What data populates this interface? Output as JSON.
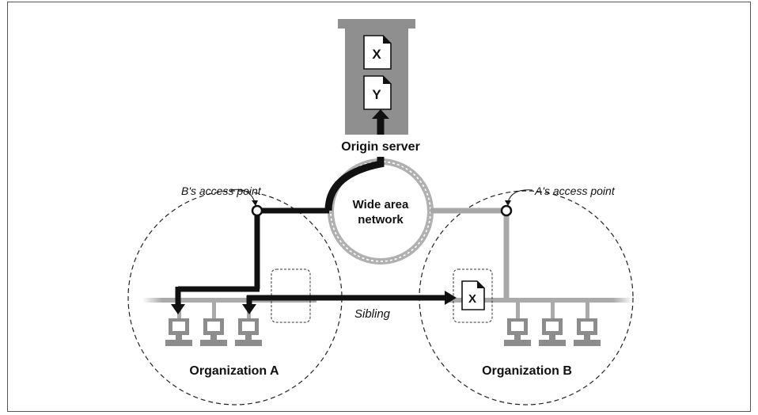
{
  "labels": {
    "origin_server": "Origin server",
    "wan_line1": "Wide area",
    "wan_line2": "network",
    "b_access_point": "B's access point",
    "a_access_point": "A's access point",
    "sibling": "Sibling",
    "org_a": "Organization A",
    "org_b": "Organization B"
  },
  "documents": {
    "server_doc_1": "X",
    "server_doc_2": "Y",
    "sibling_doc": "X"
  },
  "colors": {
    "path": "#111111",
    "idle_path": "#a8a8a8",
    "server": "#8f8f8f",
    "computer": "#8c8c8c",
    "lan": "#aaaaaa"
  }
}
